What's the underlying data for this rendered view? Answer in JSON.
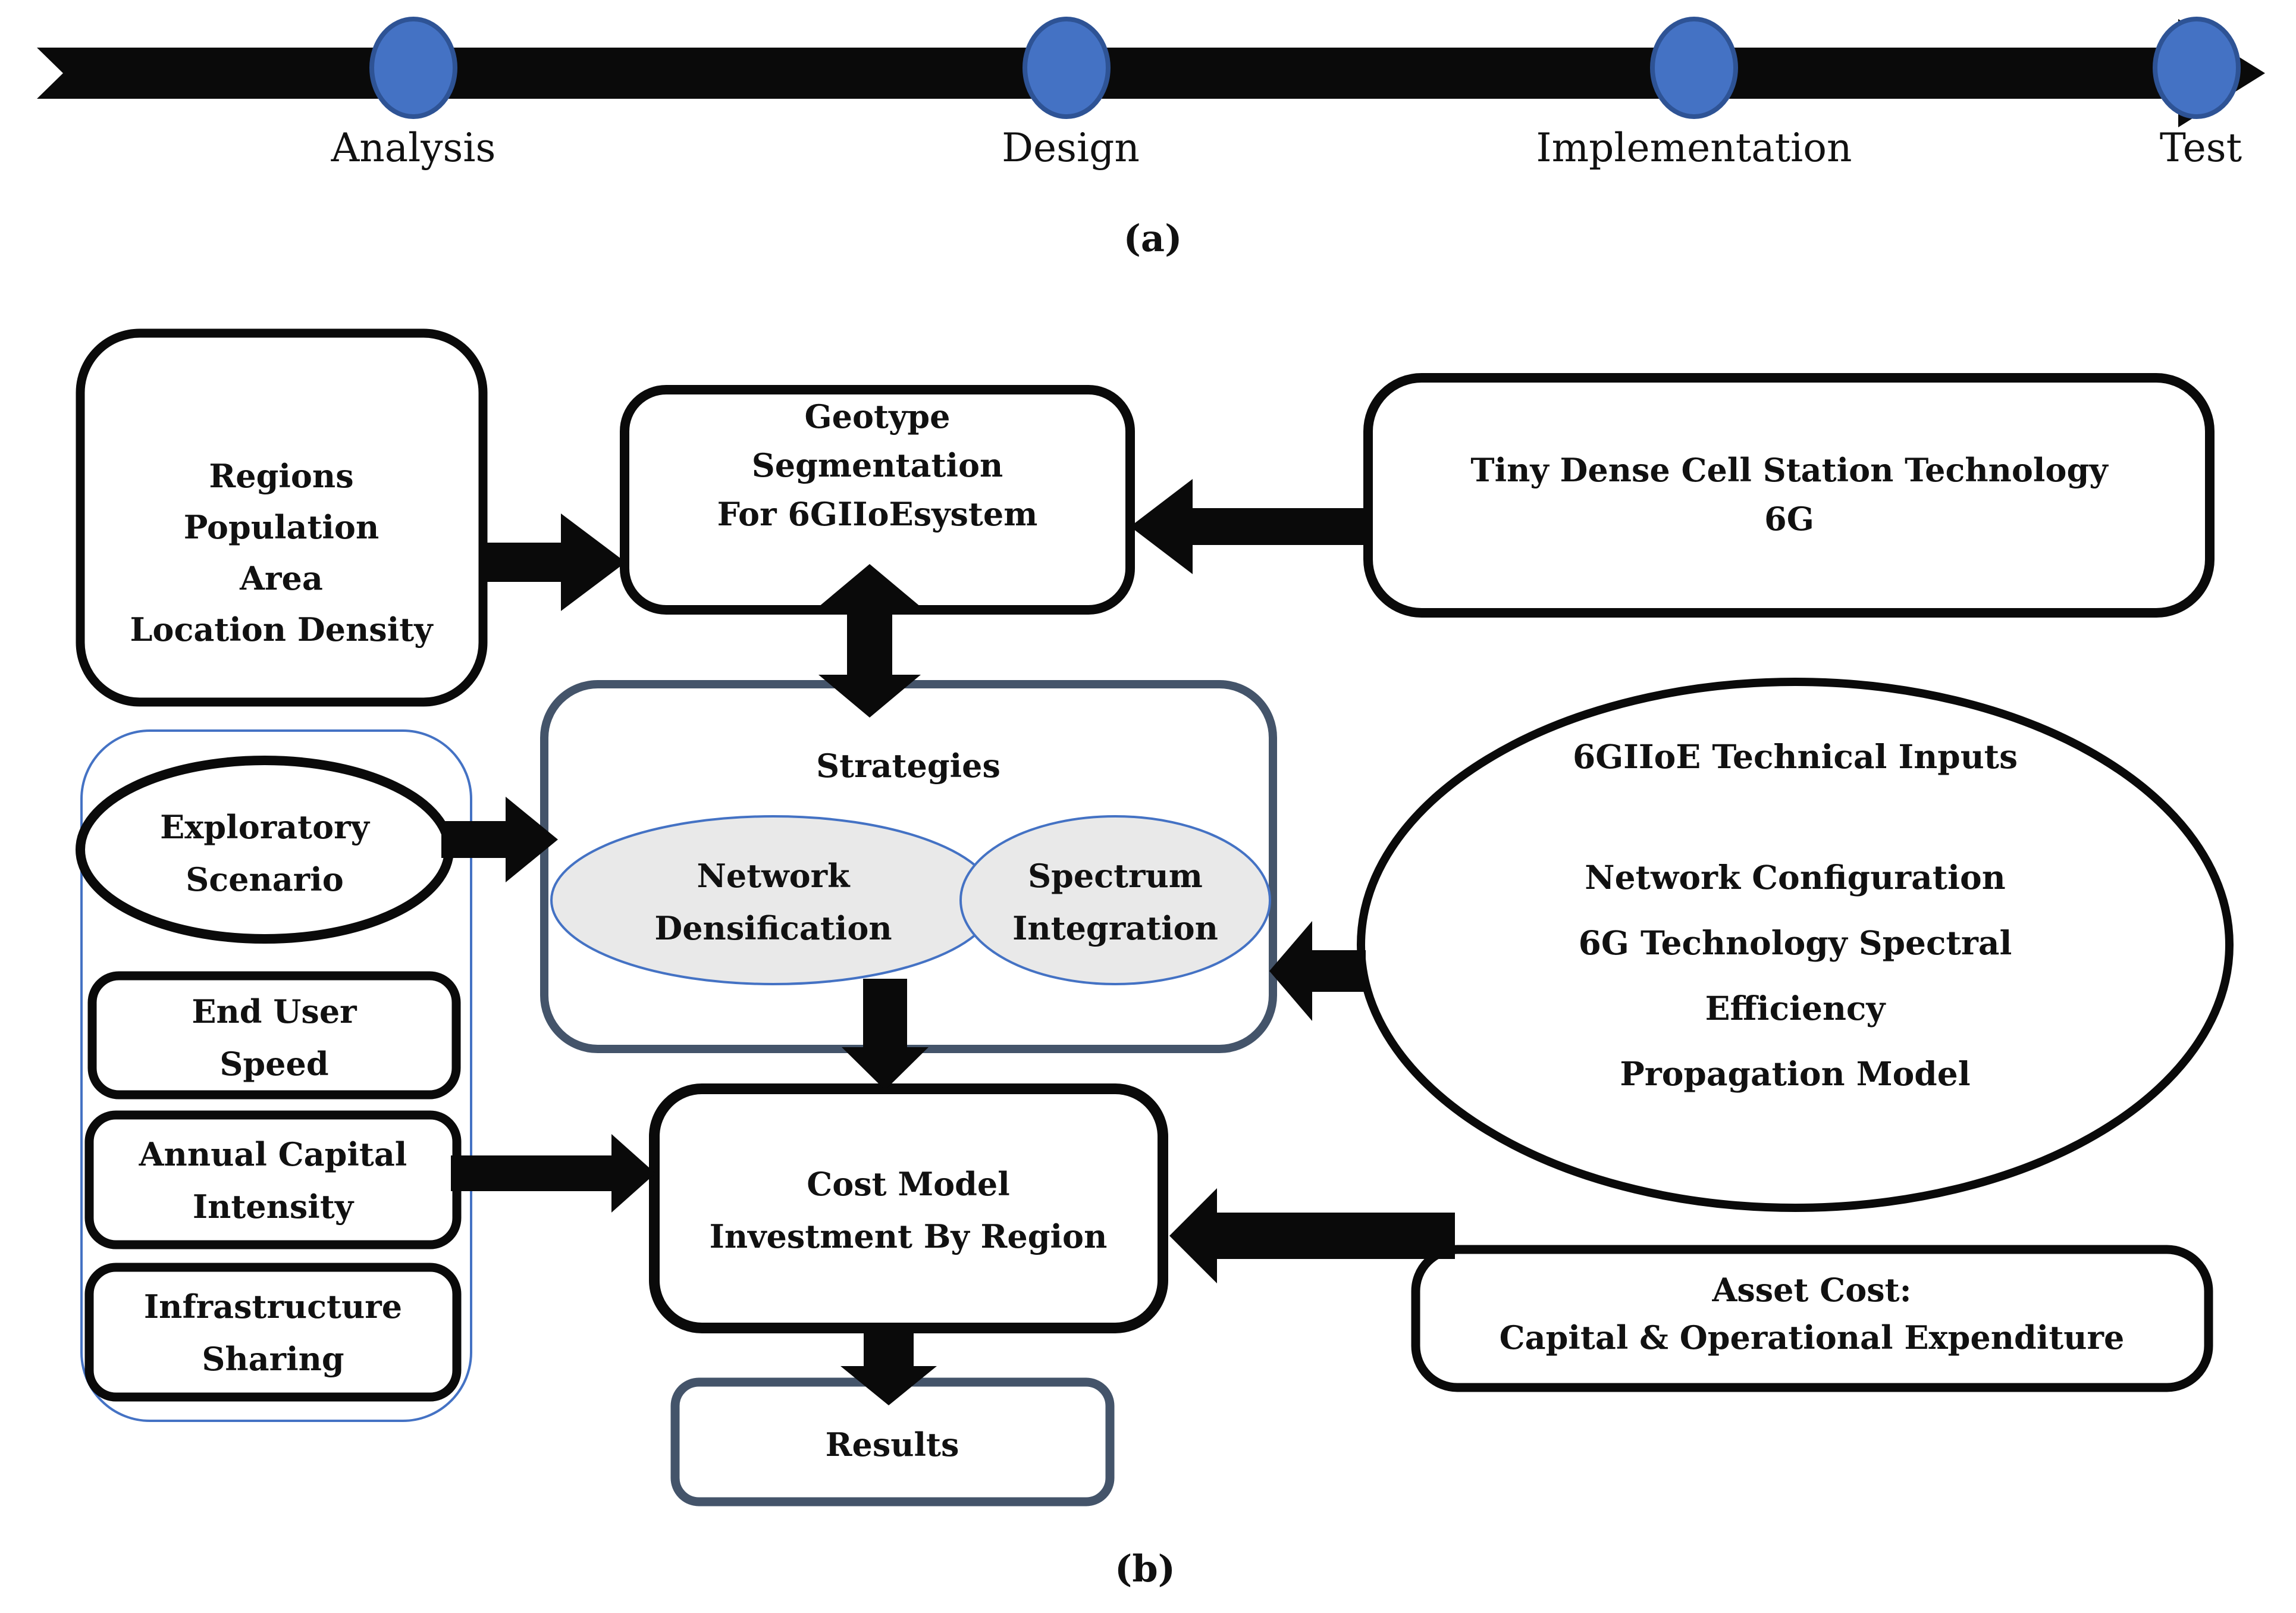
{
  "figure": {
    "panel_a": {
      "caption": "(a)",
      "phases": [
        "Analysis",
        "Design",
        "Implementation",
        "Test"
      ]
    },
    "panel_b": {
      "caption": "(b)",
      "nodes": {
        "regions": {
          "lines": [
            "Regions",
            "Population",
            "Area",
            "Location Density"
          ]
        },
        "geotype": {
          "lines": [
            "Geotype",
            "Segmentation",
            "For 6GIIoEsystem"
          ]
        },
        "tiny_dense": {
          "lines": [
            "Tiny Dense Cell Station Technology",
            "6G"
          ]
        },
        "strategies": {
          "title": "Strategies"
        },
        "network_densification": {
          "lines": [
            "Network",
            "Densification"
          ]
        },
        "spectrum_integration": {
          "lines": [
            "Spectrum",
            "Integration"
          ]
        },
        "technical_inputs": {
          "lines": [
            "6GIIoE Technical Inputs",
            "Network Configuration",
            "6G Technology Spectral",
            "Efficiency",
            "Propagation Model"
          ]
        },
        "exploratory_scenario": {
          "lines": [
            "Exploratory",
            "Scenario"
          ]
        },
        "end_user_speed": {
          "lines": [
            "End User",
            "Speed"
          ]
        },
        "annual_capital_intensity": {
          "lines": [
            "Annual Capital",
            "Intensity"
          ]
        },
        "infrastructure_sharing": {
          "lines": [
            "Infrastructure",
            "Sharing"
          ]
        },
        "cost_model": {
          "lines": [
            "Cost Model",
            "Investment By Region"
          ]
        },
        "asset_cost": {
          "lines": [
            "Asset Cost:",
            "Capital & Operational Expenditure"
          ]
        },
        "results": {
          "label": "Results"
        }
      }
    },
    "colors": {
      "timeline_node_fill": "#4472C4",
      "timeline_node_stroke": "#2E5395",
      "accent_slate": "#44546A",
      "accent_blue": "#4472C4",
      "strategy_ellipse_fill": "#E9E9E9",
      "ink": "#0A0A0A"
    }
  }
}
